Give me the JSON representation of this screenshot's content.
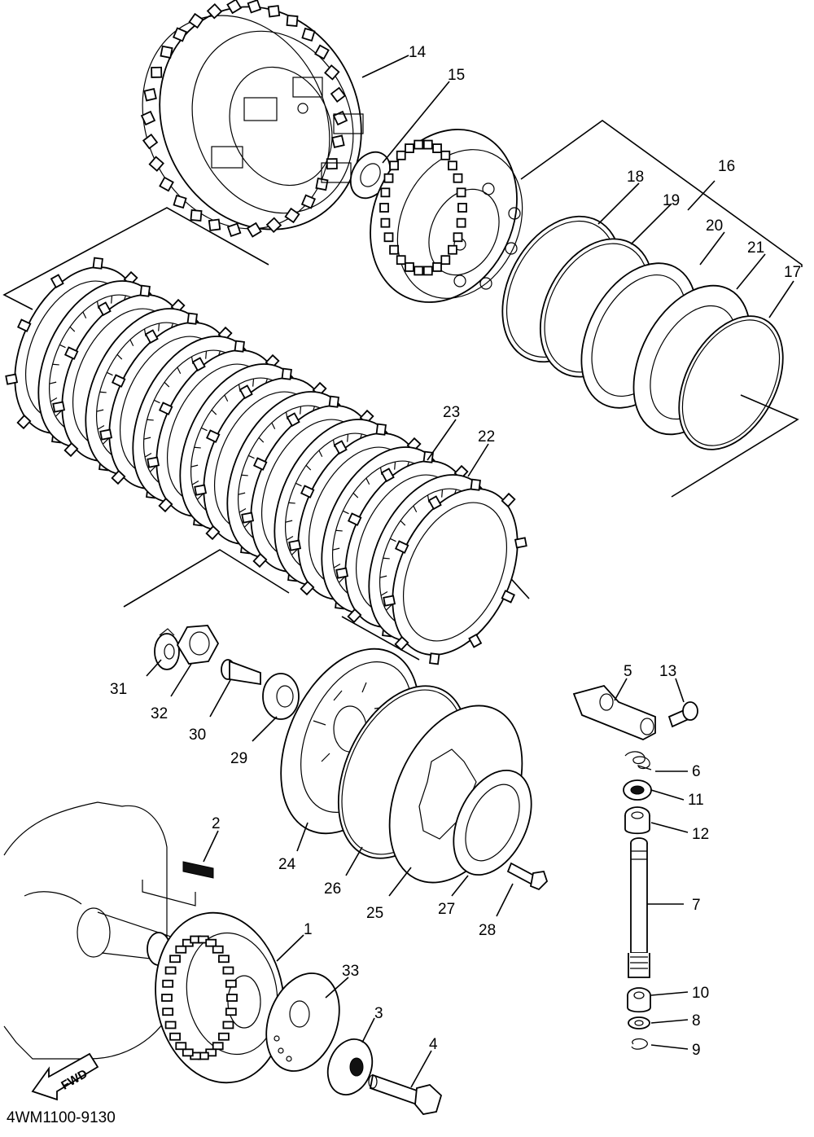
{
  "diagram": {
    "code": "4WM1100-9130",
    "fwd_label": "FWD",
    "callouts": [
      "1",
      "2",
      "3",
      "4",
      "5",
      "6",
      "7",
      "8",
      "9",
      "10",
      "11",
      "12",
      "13",
      "14",
      "15",
      "16",
      "17",
      "18",
      "19",
      "20",
      "21",
      "22",
      "23",
      "24",
      "25",
      "26",
      "27",
      "28",
      "29",
      "30",
      "31",
      "32",
      "33"
    ]
  }
}
